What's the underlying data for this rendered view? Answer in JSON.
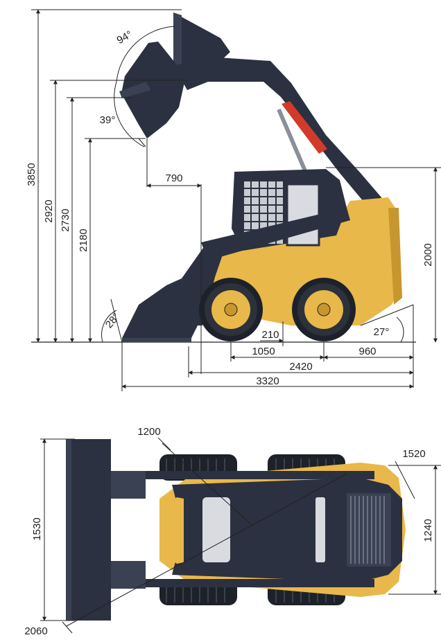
{
  "colors": {
    "body": "#e9b84a",
    "body_dark": "#c8962e",
    "frame": "#2b3140",
    "frame_light": "#3a4152",
    "tire": "#1d2129",
    "tire_tread": "#2c313b",
    "cylinder": "#d23b2a",
    "glass": "#d9dbe0",
    "line": "#222222"
  },
  "side_view": {
    "dimensions": {
      "d3850": "3850",
      "d2920": "2920",
      "d2730": "2730",
      "d2180": "2180",
      "d2000": "2000",
      "d790": "790",
      "d210": "210",
      "d1050": "1050",
      "d960": "960",
      "d2420": "2420",
      "d3320": "3320"
    },
    "angles": {
      "a94": "94°",
      "a39": "39°",
      "a28": "28°",
      "a27": "27°"
    }
  },
  "top_view": {
    "dimensions": {
      "d1200": "1200",
      "d1520": "1520",
      "d1530": "1530",
      "d1240": "1240",
      "d2060": "2060"
    }
  }
}
